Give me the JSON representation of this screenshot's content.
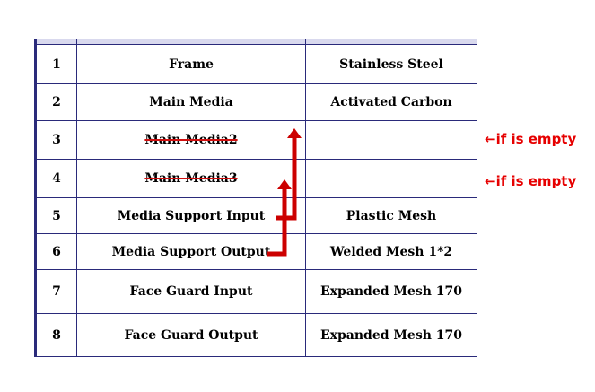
{
  "rows": [
    {
      "no": "1",
      "component": "Frame",
      "material": "Stainless Steel",
      "struck": false
    },
    {
      "no": "2",
      "component": "Main Media",
      "material": "Activated Carbon",
      "struck": false
    },
    {
      "no": "3",
      "component": "Main Media2",
      "material": "",
      "struck": true
    },
    {
      "no": "4",
      "component": "Main Media3",
      "material": "",
      "struck": true
    },
    {
      "no": "5",
      "component": "Media Support Input",
      "material": "Plastic Mesh",
      "struck": false
    },
    {
      "no": "6",
      "component": "Media Support Output",
      "material": "Welded Mesh 1*2",
      "struck": false
    },
    {
      "no": "7",
      "component": "Face Guard Input",
      "material": "Expanded Mesh 170",
      "struck": false
    },
    {
      "no": "8",
      "component": "Face Guard Output",
      "material": "Expanded Mesh 170",
      "struck": false
    }
  ],
  "notes": [
    {
      "arrow": "←",
      "text": "if is empty"
    },
    {
      "arrow": "←",
      "text": "if is empty"
    }
  ],
  "colors": {
    "arrow": "#cc0000",
    "note": "#e60000",
    "border": "#2a2a7a",
    "header": "#d9d9ee"
  }
}
